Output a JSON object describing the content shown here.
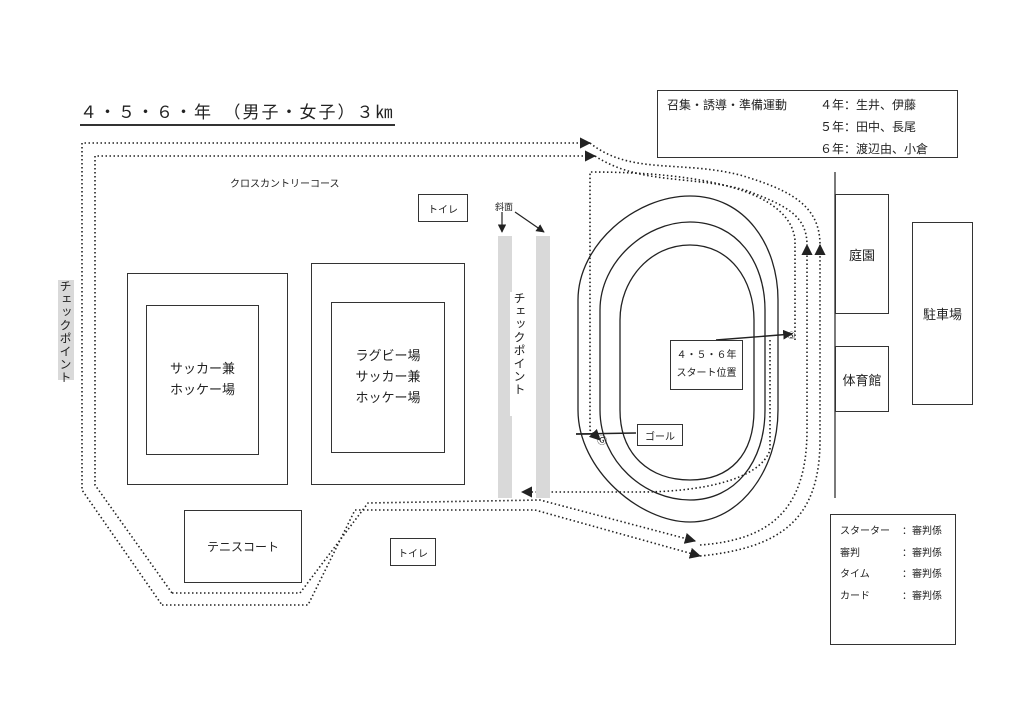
{
  "title": "４・５・６・年　（男子・女子）３㎞",
  "course_label": "クロスカントリーコース",
  "facilities": {
    "toilet_top": "トイレ",
    "toilet_bottom": "トイレ",
    "slope": "斜面",
    "soccer_hockey": [
      "サッカー兼",
      "ホッケー場"
    ],
    "rugby": [
      "ラグビー場",
      "サッカー兼",
      "ホッケー場"
    ],
    "tennis": "テニスコート",
    "garden": "庭園",
    "parking": "駐車場",
    "gym": "体育館",
    "start": [
      "４・５・６年",
      "スタート位置"
    ],
    "goal": "ゴール"
  },
  "checkpoints": {
    "left": "チェックポイント",
    "middle": "チェックポイント"
  },
  "markers": {
    "start_mark": "⑤",
    "goal_mark": "Ⓖ"
  },
  "staff": {
    "heading": "召集・誘導・準備運動",
    "rows": [
      "４年：生井、伊藤",
      "５年：田中、長尾",
      "６年：渡辺由、小倉"
    ]
  },
  "roles": [
    {
      "role": "スターター",
      "assignee": "：審判係"
    },
    {
      "role": "審判",
      "assignee": "：審判係"
    },
    {
      "role": "タイム",
      "assignee": "：審判係"
    },
    {
      "role": "カード",
      "assignee": "：審判係"
    }
  ],
  "colors": {
    "line": "#333333",
    "checkpoint_fill": "#d9d9d9"
  }
}
